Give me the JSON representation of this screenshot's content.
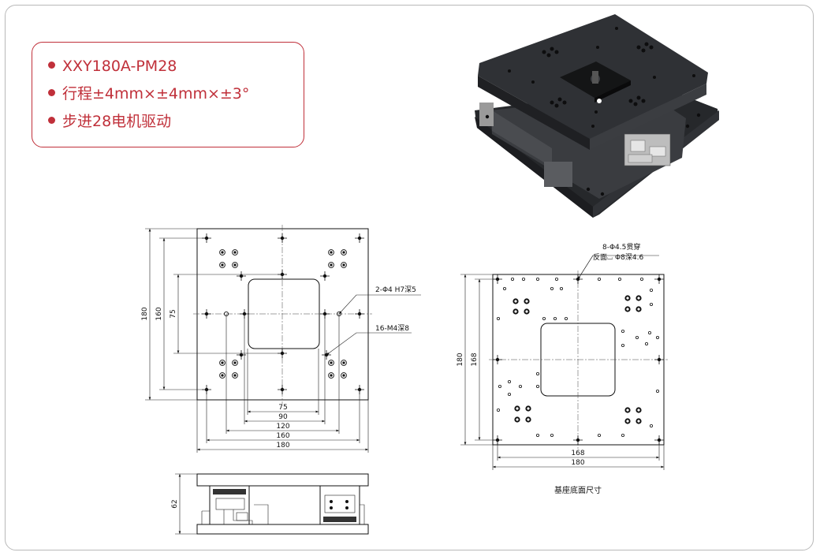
{
  "specs": [
    "XXY180A-PM28",
    "行程±4mm×±4mm×±3°",
    "步进28电机驱动"
  ],
  "top_view": {
    "callout_hole": "2-Φ4 H7深5",
    "callout_thread": "16-M4深8",
    "dim_h_75": "75",
    "dim_h_90": "90",
    "dim_h_120": "120",
    "dim_h_160": "160",
    "dim_h_180": "180",
    "dim_v_180": "180",
    "dim_v_160": "160",
    "dim_v_75": "75"
  },
  "side_view": {
    "dim_v_62": "62"
  },
  "base_view": {
    "callout_line1": "8-Φ4.5贯穿",
    "callout_line2": "反面⌴ Φ8深4.6",
    "dim_h_168": "168",
    "dim_h_180": "180",
    "dim_v_180": "180",
    "dim_v_168": "168",
    "caption": "基座底面尺寸"
  },
  "colors": {
    "accent": "#c0303a",
    "stage_body": "#2f3135",
    "frame_border": "#b9b9b9"
  }
}
